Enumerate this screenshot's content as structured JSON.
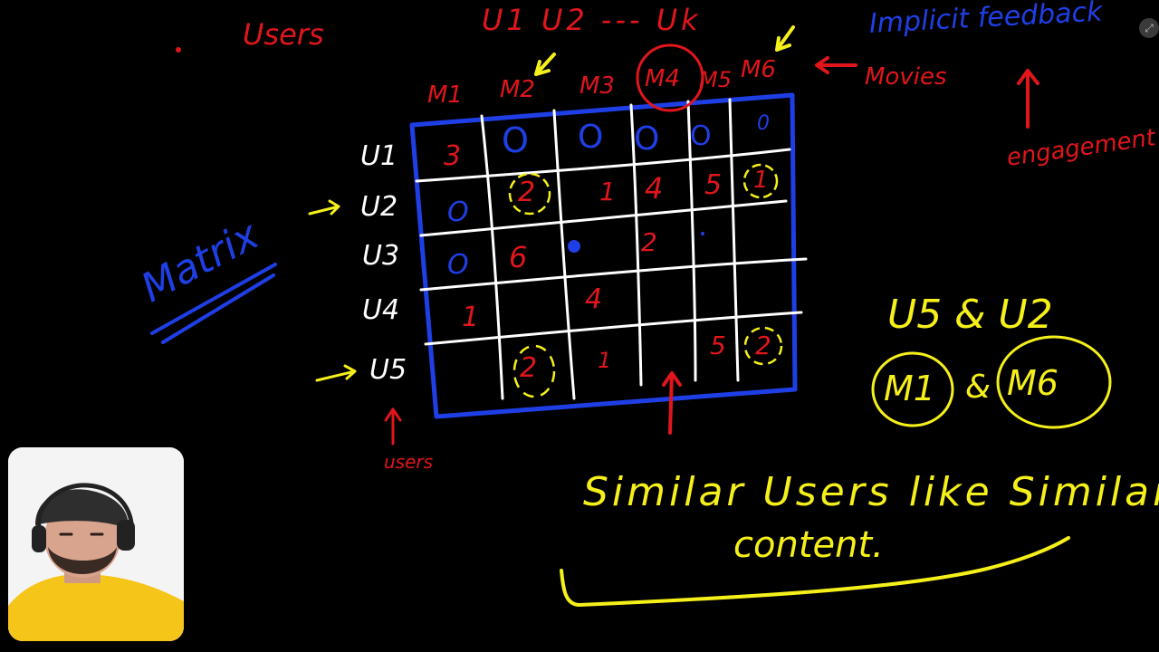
{
  "board": {
    "users_note": "Users",
    "user_range": "U1 U2 --- Uk",
    "feedback_note": "Implicit feedback",
    "movies_note": "Movies",
    "engagement_note": "engagement",
    "axis_label": "users",
    "matrix_label": "Matrix",
    "similar_users_note": "U5 & U2",
    "movie_pair": {
      "first": "M1",
      "joiner": "&",
      "second": "M6"
    },
    "conclusion_line1": "Similar Users like Similar",
    "conclusion_line2": "content."
  },
  "matrix": {
    "columns": [
      "M1",
      "M2",
      "M3",
      "M4",
      "M5",
      "M6"
    ],
    "rows": [
      "U1",
      "U2",
      "U3",
      "U4",
      "U5"
    ],
    "cells": [
      [
        "3",
        "O",
        "O",
        "O",
        "O",
        "0"
      ],
      [
        "O",
        "2",
        "1",
        "4",
        "5",
        "1"
      ],
      [
        "O",
        "6",
        "",
        "2",
        "",
        ""
      ],
      [
        "1",
        "",
        "4",
        "",
        "",
        ""
      ],
      [
        "",
        "2",
        "1",
        "",
        "5",
        "2"
      ]
    ],
    "highlighted_column": "M4"
  },
  "colors": {
    "red": "#e0161b",
    "blue": "#1f3fe6",
    "yellow": "#f5f019",
    "white": "#ffffff",
    "background": "#000000"
  },
  "icons": {
    "fullscreen": "fullscreen-icon"
  }
}
